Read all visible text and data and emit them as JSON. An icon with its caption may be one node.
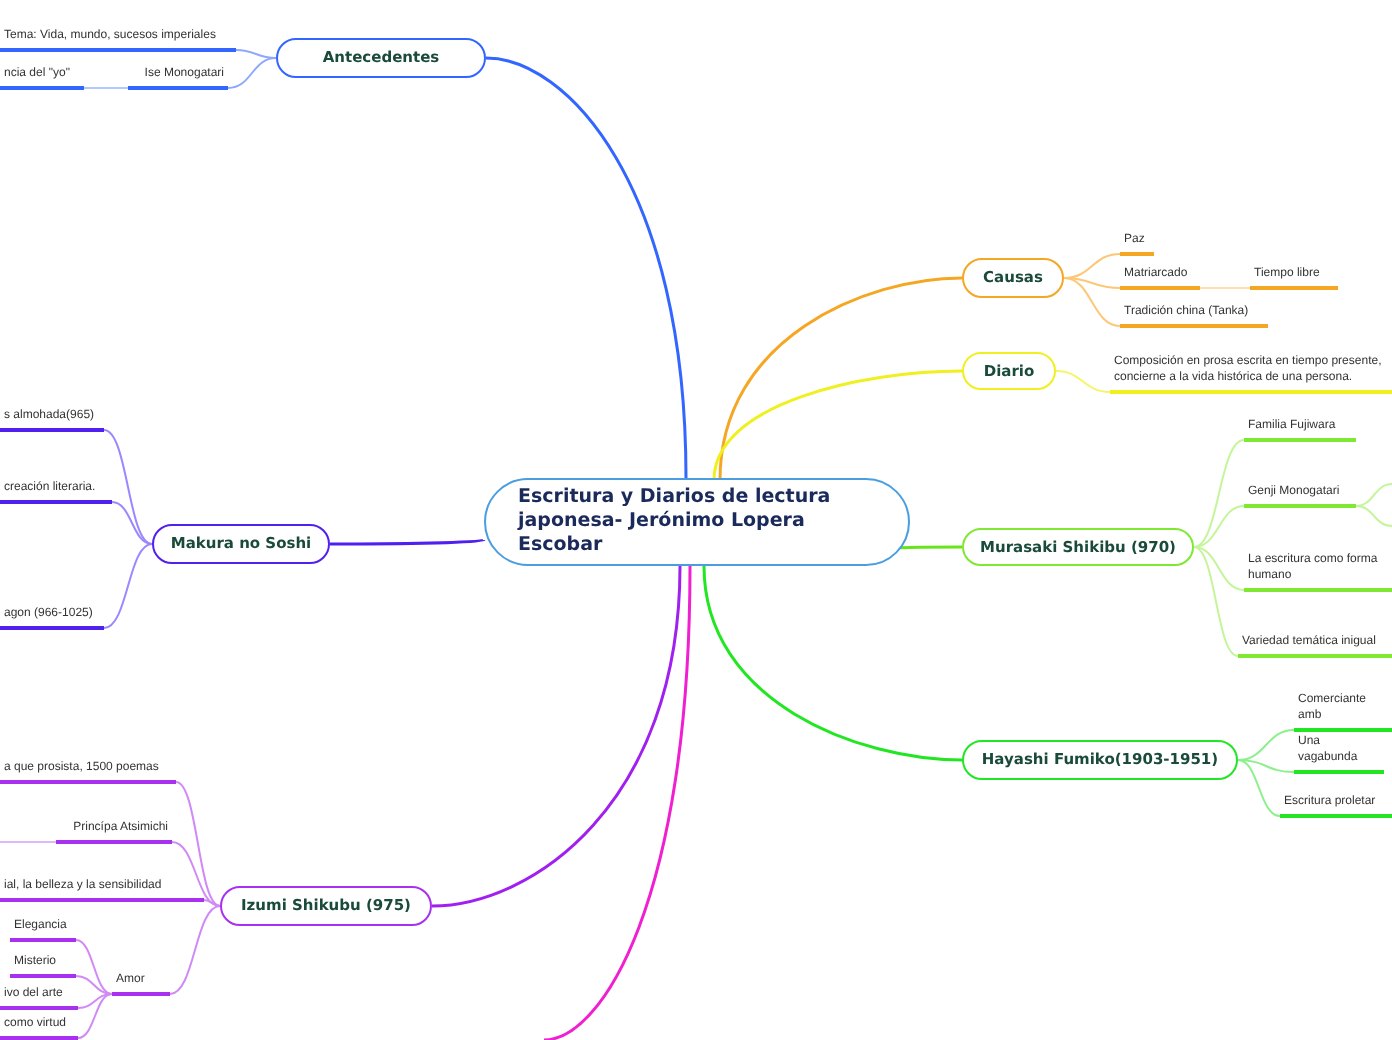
{
  "diagram": {
    "nodes": [
      {
        "text": [
          "Escritura y Diarios de lectura japonesa- Jerónimo Lopera Escobar"
        ]
      },
      {
        "text": [
          "Antecedentes"
        ]
      },
      {
        "text": [
          "Tema: Vida, mundo, sucesos imperiales"
        ]
      },
      {
        "text": [
          "Ise Monogatari"
        ]
      },
      {
        "text": [
          "ncia del \"yo\""
        ]
      },
      {
        "text": [
          "Causas"
        ]
      },
      {
        "text": [
          "Paz"
        ]
      },
      {
        "text": [
          "Matriarcado"
        ]
      },
      {
        "text": [
          "Tiempo libre"
        ]
      },
      {
        "text": [
          "Tradición china (Tanka)"
        ]
      },
      {
        "text": [
          "Diario"
        ]
      },
      {
        "text": [
          "Composición en prosa escrita en tiempo presente, concierne a la vida histórica de una persona."
        ]
      },
      {
        "text": [
          "Makura no Soshi"
        ]
      },
      {
        "text": [
          "s almohada(965)"
        ]
      },
      {
        "text": [
          "creación literaria."
        ]
      },
      {
        "text": [
          "agon (966-1025)"
        ]
      },
      {
        "text": [
          "Murasaki Shikibu (970)"
        ]
      },
      {
        "text": [
          "Familia Fujiwara"
        ]
      },
      {
        "text": [
          "Genji Monogatari"
        ]
      },
      {
        "text": [
          "La escritura como forma humano"
        ]
      },
      {
        "text": [
          "Variedad temática inigual"
        ]
      },
      {
        "text": [
          "Hayashi Fumiko(1903-1951)"
        ]
      },
      {
        "text": [
          "Comerciante amb"
        ]
      },
      {
        "text": [
          "Una vagabunda"
        ]
      },
      {
        "text": [
          "Escritura proletar"
        ]
      },
      {
        "text": [
          "Izumi Shikubu (975)"
        ]
      },
      {
        "text": [
          "a que prosista, 1500 poemas"
        ]
      },
      {
        "text": [
          "Princípa Atsimichi"
        ]
      },
      {
        "text": [
          "ial, la belleza y la sensibilidad"
        ]
      },
      {
        "text": [
          "Amor"
        ]
      },
      {
        "text": [
          "Elegancia"
        ]
      },
      {
        "text": [
          "Misterio"
        ]
      },
      {
        "text": [
          "ivo del arte"
        ]
      },
      {
        "text": [
          "como virtud"
        ]
      }
    ],
    "edges": [
      {
        "from": 0,
        "to": 1,
        "arrow": "none",
        "color": "#3366ff"
      },
      {
        "from": 1,
        "to": 2,
        "arrow": "none",
        "color": "#8fa8ff"
      },
      {
        "from": 1,
        "to": 3,
        "arrow": "none",
        "color": "#8fa8ff"
      },
      {
        "from": 3,
        "to": 4,
        "arrow": "none",
        "color": "#b3c6ff"
      },
      {
        "from": 0,
        "to": 5,
        "arrow": "none",
        "color": "#f5a623"
      },
      {
        "from": 5,
        "to": 6,
        "arrow": "none",
        "color": "#fcc878"
      },
      {
        "from": 5,
        "to": 7,
        "arrow": "none",
        "color": "#fcc878"
      },
      {
        "from": 7,
        "to": 8,
        "arrow": "none",
        "color": "#fde0b0"
      },
      {
        "from": 5,
        "to": 9,
        "arrow": "none",
        "color": "#fcc878"
      },
      {
        "from": 0,
        "to": 10,
        "arrow": "none",
        "color": "#f0f020"
      },
      {
        "from": 10,
        "to": 11,
        "arrow": "none",
        "color": "#f5f56a"
      },
      {
        "from": 0,
        "to": 12,
        "arrow": "none",
        "color": "#5020f0"
      },
      {
        "from": 12,
        "to": 13,
        "arrow": "none",
        "color": "#9d87ff"
      },
      {
        "from": 12,
        "to": 14,
        "arrow": "none",
        "color": "#9d87ff"
      },
      {
        "from": 12,
        "to": 15,
        "arrow": "none",
        "color": "#9d87ff"
      },
      {
        "from": 0,
        "to": 16,
        "arrow": "none",
        "color": "#66e619"
      },
      {
        "from": 16,
        "to": 17,
        "arrow": "none",
        "color": "#c4f59a"
      },
      {
        "from": 16,
        "to": 18,
        "arrow": "none",
        "color": "#c4f59a"
      },
      {
        "from": 18,
        "to": null,
        "arrow": "none",
        "color": "#c4f59a"
      },
      {
        "from": 18,
        "to": null,
        "arrow": "none",
        "color": "#c4f59a"
      },
      {
        "from": 16,
        "to": 19,
        "arrow": "none",
        "color": "#c4f59a"
      },
      {
        "from": 16,
        "to": 20,
        "arrow": "none",
        "color": "#c4f59a"
      },
      {
        "from": 0,
        "to": 21,
        "arrow": "none",
        "color": "#22e622"
      },
      {
        "from": 21,
        "to": 22,
        "arrow": "none",
        "color": "#8cf08c"
      },
      {
        "from": 21,
        "to": 23,
        "arrow": "none",
        "color": "#8cf08c"
      },
      {
        "from": 21,
        "to": 24,
        "arrow": "none",
        "color": "#8cf08c"
      },
      {
        "from": 0,
        "to": 25,
        "arrow": "none",
        "color": "#a020f0"
      },
      {
        "from": 25,
        "to": 26,
        "arrow": "none",
        "color": "#d18af5"
      },
      {
        "from": 25,
        "to": 27,
        "arrow": "none",
        "color": "#d18af5"
      },
      {
        "from": 27,
        "to": null,
        "arrow": "none",
        "color": "#e0b8f8"
      },
      {
        "from": 25,
        "to": 28,
        "arrow": "none",
        "color": "#d18af5"
      },
      {
        "from": 25,
        "to": 29,
        "arrow": "none",
        "color": "#d18af5"
      },
      {
        "from": 29,
        "to": 30,
        "arrow": "none",
        "color": "#d18af5"
      },
      {
        "from": 29,
        "to": 31,
        "arrow": "none",
        "color": "#d18af5"
      },
      {
        "from": 29,
        "to": 32,
        "arrow": "none",
        "color": "#d18af5"
      },
      {
        "from": 29,
        "to": 33,
        "arrow": "none",
        "color": "#d18af5"
      },
      {
        "from": 0,
        "to": null,
        "arrow": "none",
        "color": "#f020d0"
      }
    ]
  }
}
